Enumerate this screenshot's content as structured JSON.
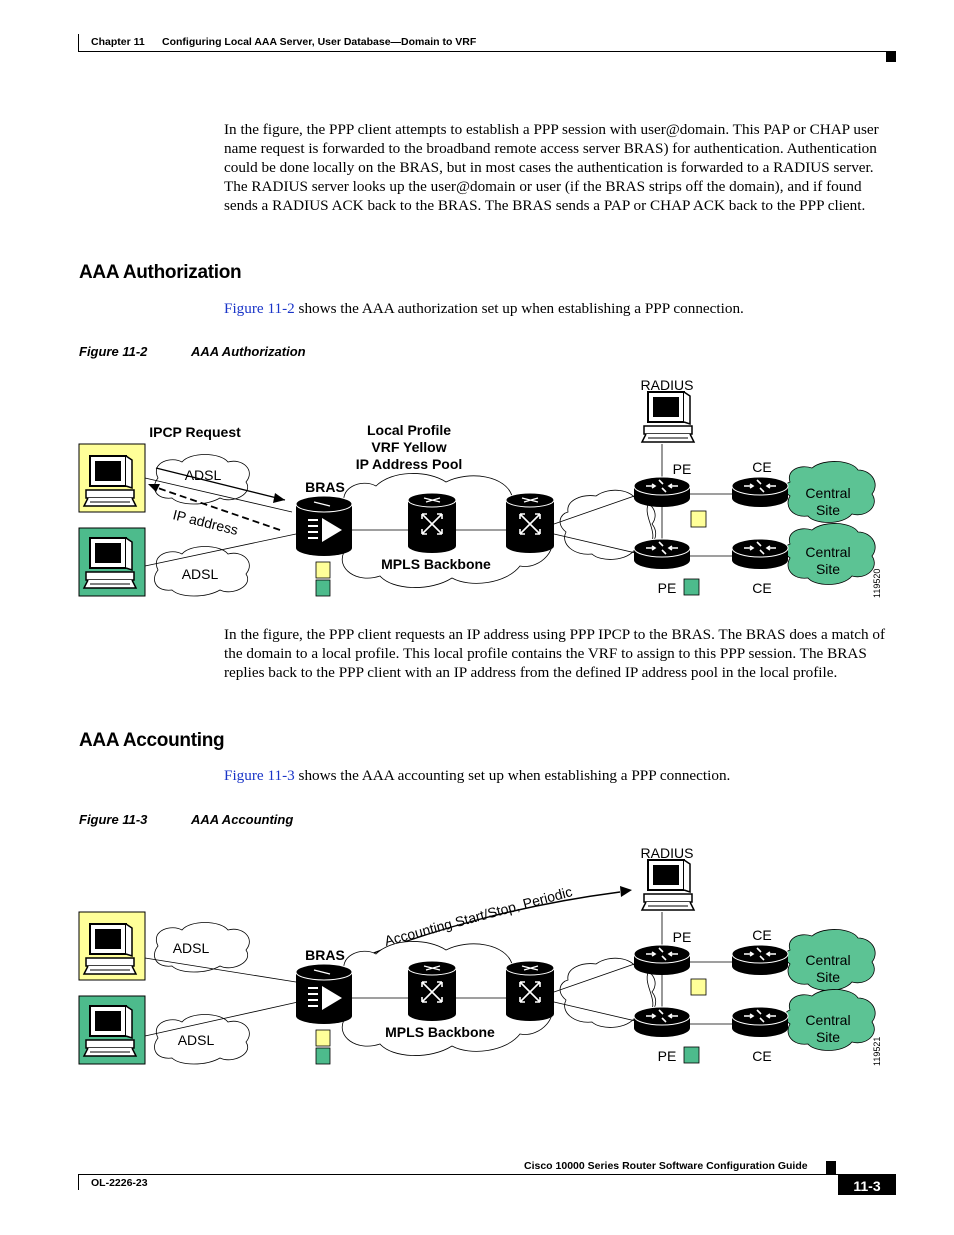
{
  "header": {
    "chapter": "Chapter 11",
    "title": "Configuring Local AAA Server, User Database—Domain to VRF"
  },
  "intro_paragraph": "In the figure, the PPP client attempts to establish a PPP session with user@domain. This PAP or CHAP user name request is forwarded to the broadband remote access server BRAS) for authentication. Authentication could be done locally on the BRAS, but in most cases the authentication is forwarded to a RADIUS server. The RADIUS server looks up the user@domain or user (if the BRAS strips off the domain), and if found sends a RADIUS ACK back to the BRAS. The BRAS sends a PAP or CHAP ACK back to the PPP client.",
  "section_authorization": {
    "heading": "AAA Authorization",
    "ref_link": "Figure 11-2",
    "ref_text": " shows the AAA authorization set up when establishing a PPP connection.",
    "figure_number": "Figure 11-2",
    "figure_title": "AAA Authorization",
    "figure": {
      "radius": "RADIUS",
      "ipcp_request": "IPCP Request",
      "local_profile": "Local Profile",
      "vrf_yellow": "VRF Yellow",
      "ip_pool": "IP Address Pool",
      "adsl_top": "ADSL",
      "adsl_bottom": "ADSL",
      "ip_address": "IP address",
      "bras": "BRAS",
      "mpls": "MPLS Backbone",
      "pe_top": "PE",
      "pe_bottom": "PE",
      "ce_top": "CE",
      "ce_bottom": "CE",
      "central_site_1": "Central",
      "central_site_2": "Site",
      "id": "119520"
    },
    "after_paragraph": "In the figure, the PPP client requests an IP address using PPP IPCP to the BRAS. The BRAS does a match of the domain to a local profile. This local profile contains the VRF to assign to this PPP session. The BRAS replies back to the PPP client with an IP address from the defined IP address pool in the local profile."
  },
  "section_accounting": {
    "heading": "AAA Accounting",
    "ref_link": "Figure 11-3",
    "ref_text": " shows the AAA accounting set up when establishing a PPP connection.",
    "figure_number": "Figure 11-3",
    "figure_title": "AAA Accounting",
    "figure": {
      "radius": "RADIUS",
      "accounting": "Accounting Start/Stop, Periodic",
      "adsl_top": "ADSL",
      "adsl_bottom": "ADSL",
      "bras": "BRAS",
      "mpls": "MPLS Backbone",
      "pe_top": "PE",
      "pe_bottom": "PE",
      "ce_top": "CE",
      "ce_bottom": "CE",
      "central_site_1": "Central",
      "central_site_2": "Site",
      "id": "119521"
    }
  },
  "footer": {
    "guide_title": "Cisco 10000 Series Router Software Configuration Guide",
    "doc_id": "OL-2226-23",
    "page_number": "11-3"
  },
  "colors": {
    "yellow_client": "#ffff99",
    "green_client": "#4dbb8c",
    "site_green": "#5cc394",
    "link_blue": "#1a35c8"
  }
}
